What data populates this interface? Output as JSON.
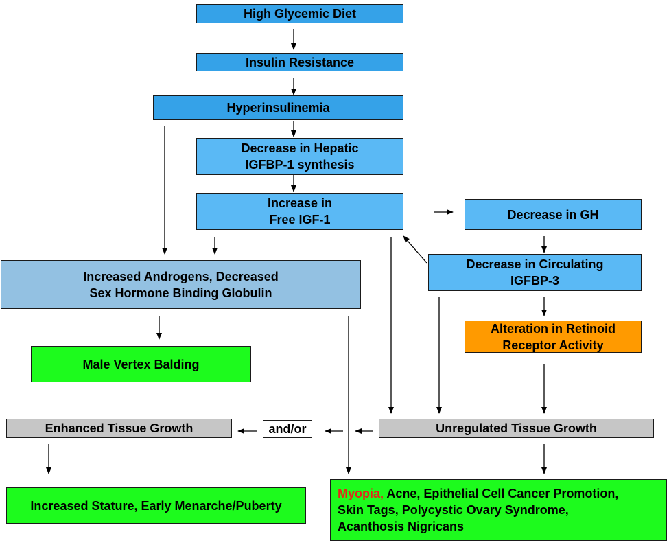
{
  "nodes": {
    "high_glycemic_diet": "High Glycemic Diet",
    "insulin_resistance": "Insulin Resistance",
    "hyperinsulinemia": "Hyperinsulinemia",
    "decrease_hepatic": [
      "Decrease in Hepatic",
      "IGFBP-1 synthesis"
    ],
    "increase_free_igf1": [
      "Increase in",
      "Free IGF-1"
    ],
    "decrease_gh": "Decrease in GH",
    "decrease_igfbp3": [
      "Decrease in Circulating",
      "IGFBP-3"
    ],
    "increased_androgens": [
      "Increased Androgens, Decreased",
      "Sex Hormone Binding Globulin"
    ],
    "alteration_retinoid": [
      "Alteration in Retinoid",
      "Receptor Activity"
    ],
    "male_vertex_balding": "Male Vertex Balding",
    "enhanced_tissue_growth": "Enhanced Tissue Growth",
    "and_or": "and/or",
    "unregulated_tissue_growth": "Unregulated Tissue Growth",
    "increased_stature": "Increased Stature, Early Menarche/Puberty",
    "outcomes": {
      "highlight": "Myopia,",
      "line1_rest": " Acne, Epithelial Cell Cancer Promotion,",
      "line2": "Skin Tags, Polycystic Ovary Syndrome,",
      "line3": "Acanthosis Nigricans"
    }
  },
  "colors": {
    "top_blue": "#35a2e8",
    "light_blue": "#5ab9f5",
    "pale_blue": "#93c1e2",
    "green": "#1dfb1d",
    "orange": "#ff9a00",
    "gray": "#c6c6c6",
    "highlight_red": "#e8221b"
  }
}
